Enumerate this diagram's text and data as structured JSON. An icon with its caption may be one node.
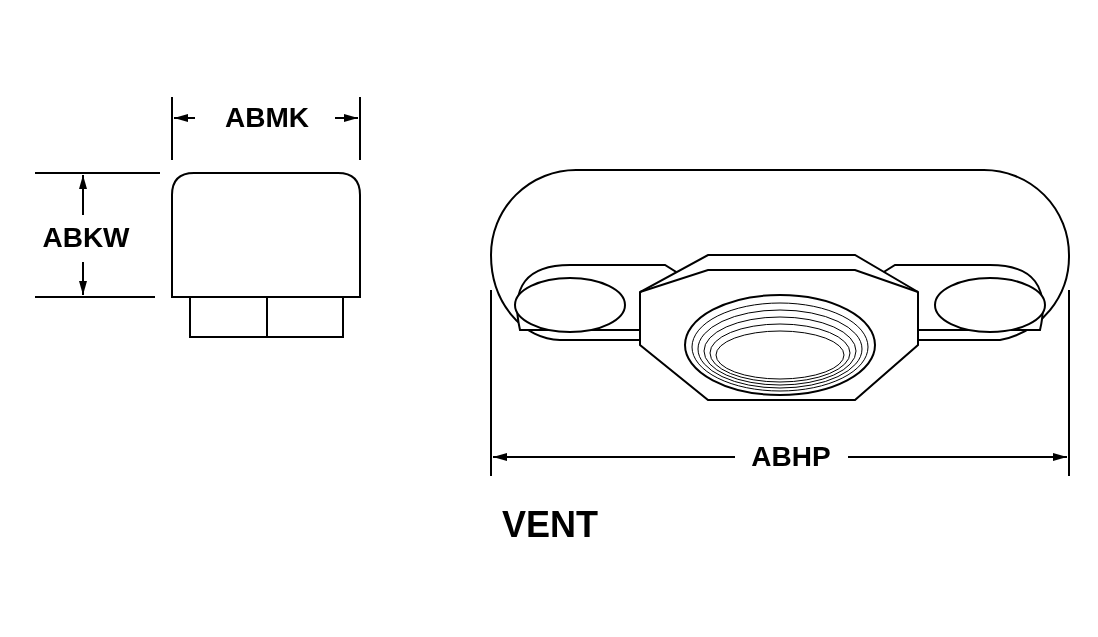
{
  "diagram": {
    "caption": "VENT",
    "labels": [
      "ABMK",
      "ABKW",
      "ABHP"
    ]
  }
}
